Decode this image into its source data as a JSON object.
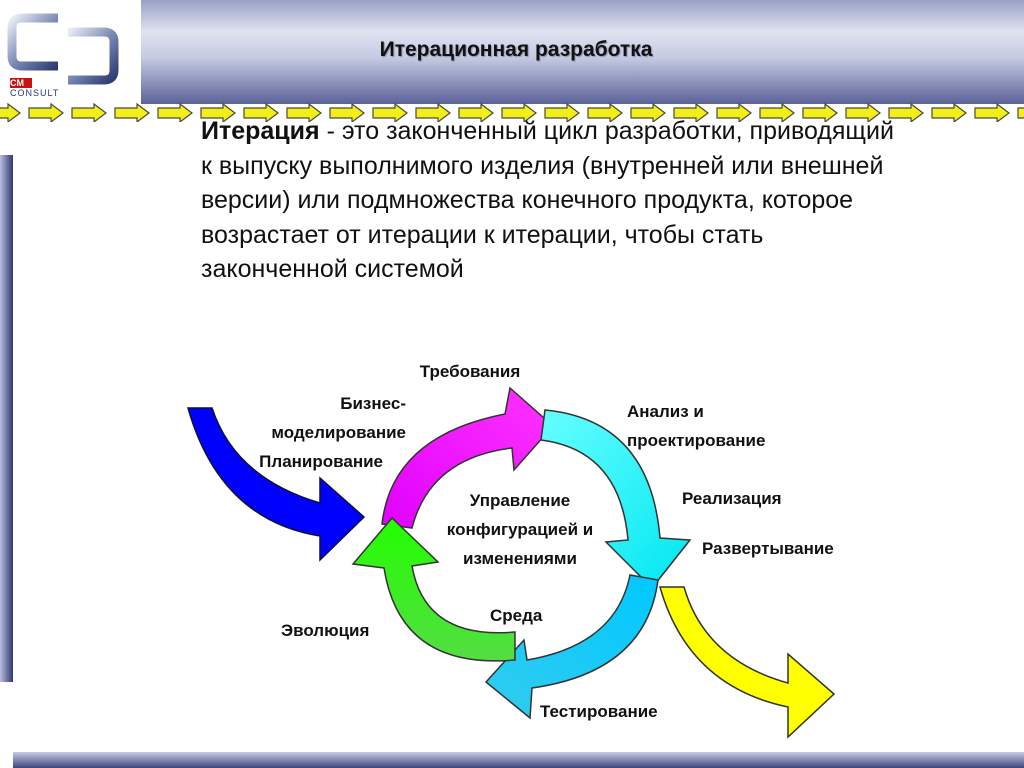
{
  "logo": {
    "line1": "CM",
    "line2": "CONSULT"
  },
  "header": {
    "title": "Итерационная разработка"
  },
  "definition": {
    "term": "Итерация",
    "text": " - это законченный цикл разработки, приводящий к выпуску выполнимого  изделия (внутренней или внешней версии) или подмножества конечного продукта, которое возрастает от итерации к итерации,  чтобы стать законченной  системой"
  },
  "cycle": {
    "center": [
      "Управление",
      "конфигурацией и",
      "изменениями"
    ],
    "requirements": "Требования",
    "business_modeling": [
      "Бизнес-",
      "моделирование"
    ],
    "planning": "Планирование",
    "analysis": [
      "Анализ и",
      "проектирование"
    ],
    "implementation": "Реализация",
    "deployment": "Развертывание",
    "environment": "Среда",
    "evolution": "Эволюция",
    "testing": "Тестирование"
  },
  "colors": {
    "header_dark": "#5b6298",
    "arrow_yellow": "#f2ee1a",
    "cycle_magenta": "#ff00ff",
    "cycle_cyan": "#00ffff",
    "cycle_light_blue": "#1ec8f0",
    "cycle_green": "#22ee00",
    "input_blue": "#0000ff",
    "output_yellow": "#ffff00"
  }
}
